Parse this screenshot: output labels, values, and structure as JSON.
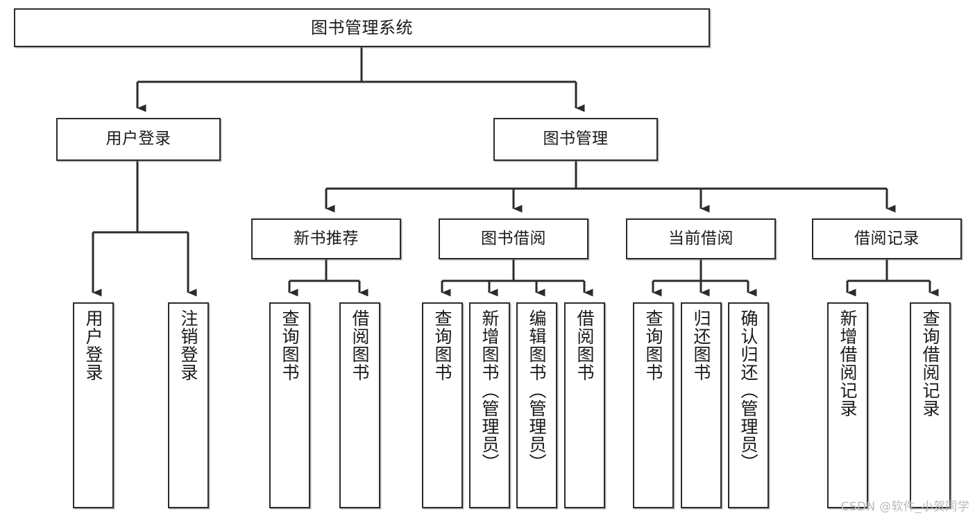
{
  "diagram": {
    "title": "图书管理系统",
    "type": "tree",
    "orientation": "top-down",
    "colors": {
      "background": "#ffffff",
      "node_fill": "#ffffff",
      "node_border": "#2b2b2b",
      "edge": "#2b2b2b",
      "text": "#1a1a1a",
      "watermark": "#b9b9b9"
    },
    "root": {
      "label": "图书管理系统"
    },
    "level2": [
      {
        "label": "用户登录"
      },
      {
        "label": "图书管理"
      }
    ],
    "level3": [
      {
        "label": "新书推荐"
      },
      {
        "label": "图书借阅"
      },
      {
        "label": "当前借阅"
      },
      {
        "label": "借阅记录"
      }
    ],
    "leaves": {
      "user_login": [
        {
          "label": "用户登录"
        },
        {
          "label": "注销登录"
        }
      ],
      "new_book_recommend": [
        {
          "label": "查询图书"
        },
        {
          "label": "借阅图书"
        }
      ],
      "book_borrow": [
        {
          "label": "查询图书"
        },
        {
          "label": "新增图书（管理员）"
        },
        {
          "label": "编辑图书（管理员）"
        },
        {
          "label": "借阅图书"
        }
      ],
      "current_borrow": [
        {
          "label": "查询图书"
        },
        {
          "label": "归还图书"
        },
        {
          "label": "确认归还（管理员）"
        }
      ],
      "borrow_record": [
        {
          "label": "新增借阅记录"
        },
        {
          "label": "查询借阅记录"
        }
      ]
    }
  },
  "watermark": {
    "text": "CSDN @软件_小贺同学"
  }
}
